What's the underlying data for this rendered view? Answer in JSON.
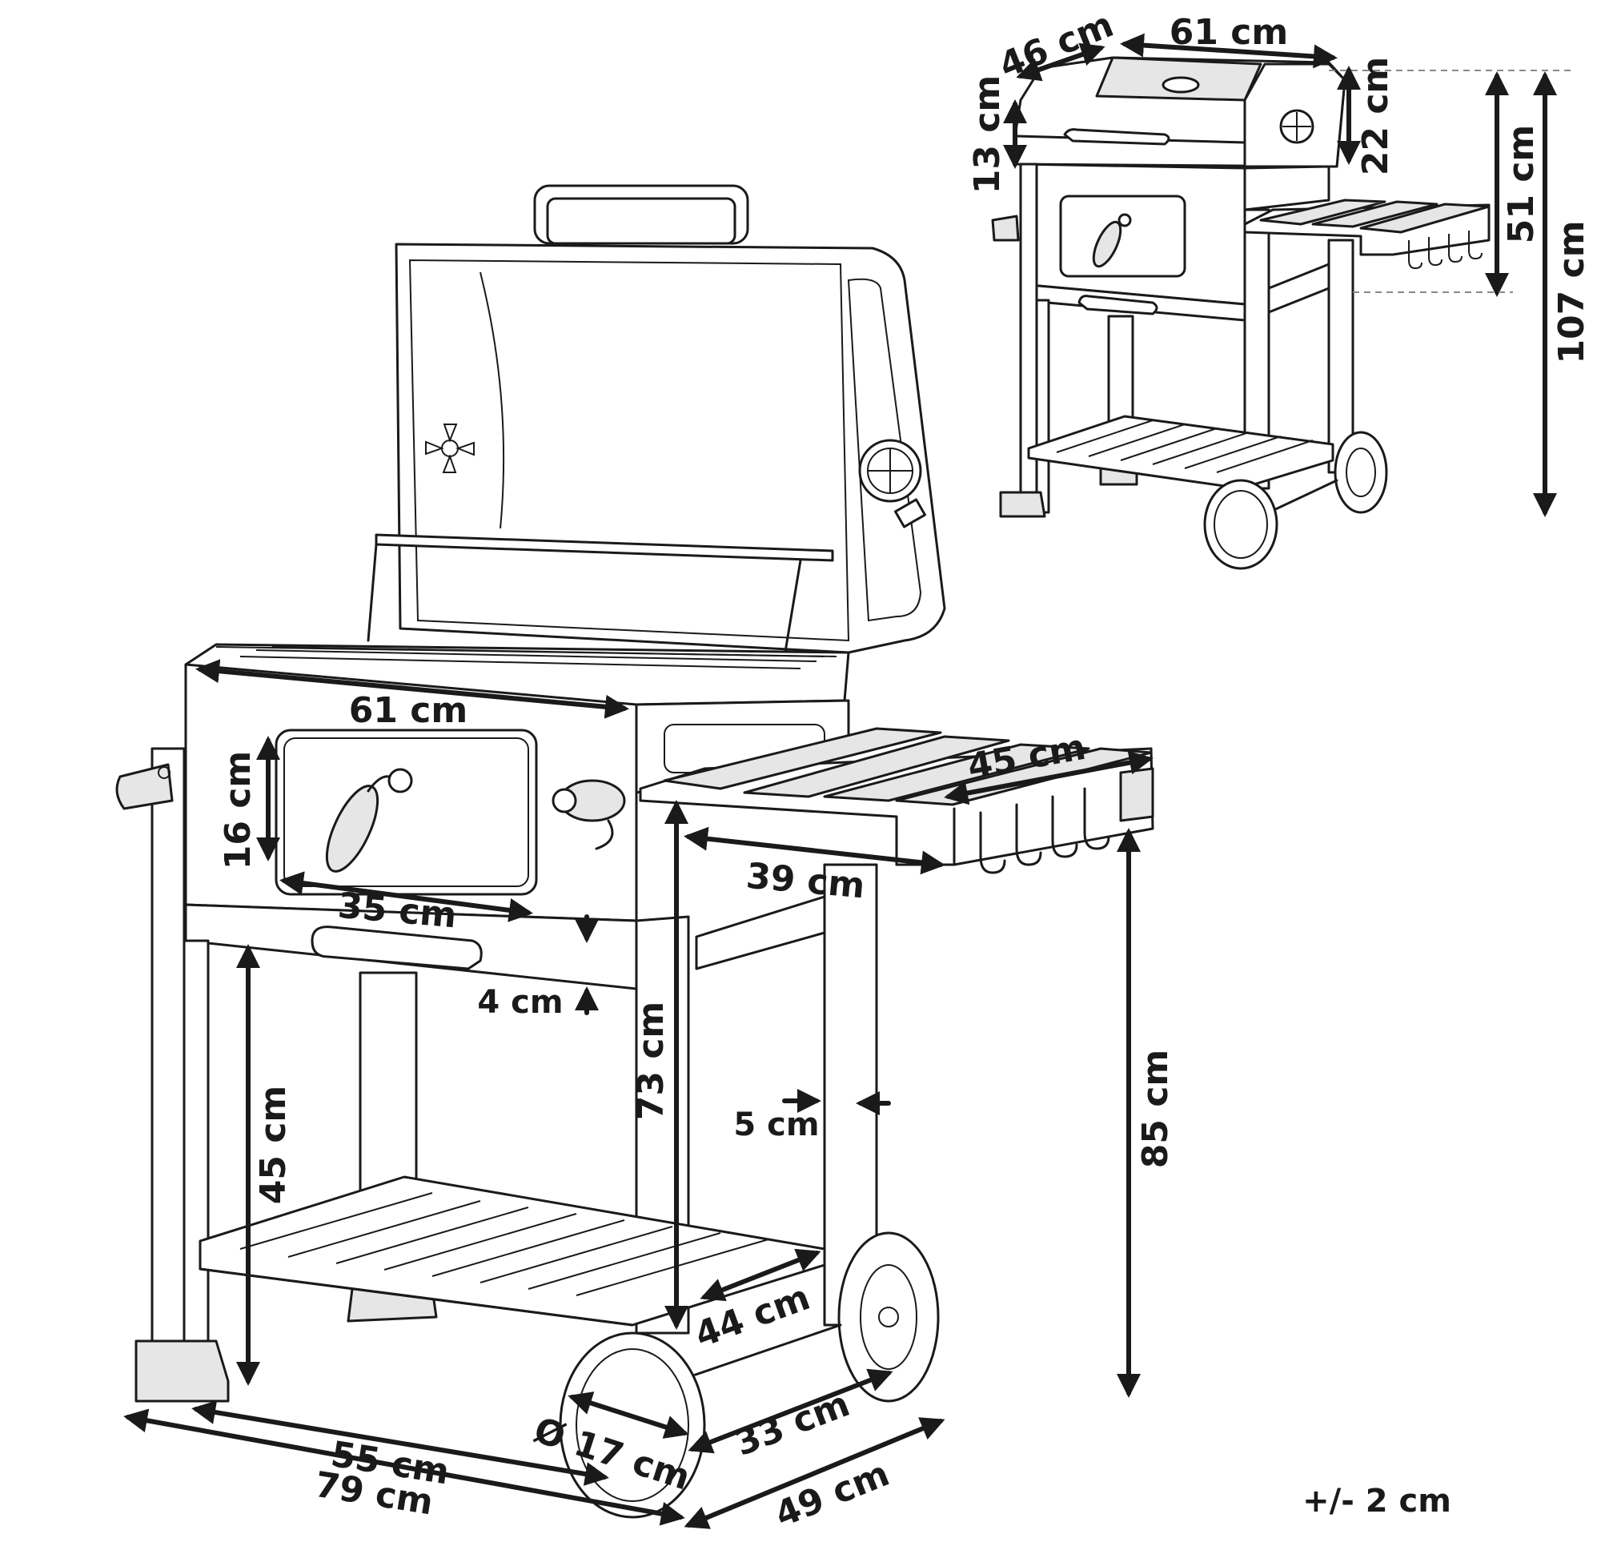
{
  "dimensions": {
    "width_top": "61 cm",
    "width_grill": "61 cm",
    "depth_top": "46 cm",
    "lid_handle_height": "13 cm",
    "lid_height": "22 cm",
    "hood_height": "51 cm",
    "total_height": "107 cm",
    "window_height": "16 cm",
    "window_width": "35 cm",
    "frame_gap": "4 cm",
    "shelf_height": "45 cm",
    "side_table_height": "73 cm",
    "side_table_width": "45 cm",
    "side_table_depth": "39 cm",
    "leg_width": "5 cm",
    "hook_height": "85 cm",
    "bottom_shelf_depth": "44 cm",
    "wheel_diameter": "Ø 17 cm",
    "base_width_inner": "55 cm",
    "base_width_total": "79 cm",
    "base_depth_inner": "33 cm",
    "base_depth_total": "49 cm"
  },
  "tolerance": "+/- 2 cm"
}
